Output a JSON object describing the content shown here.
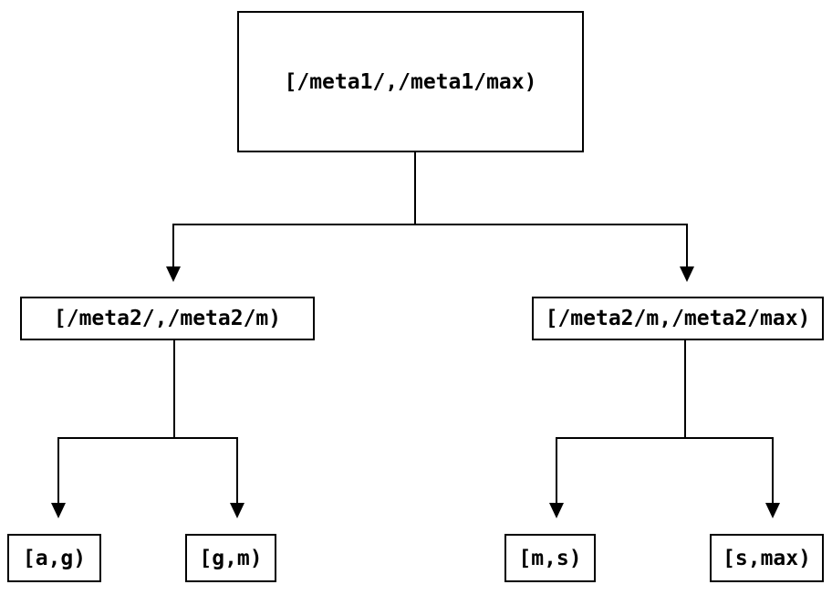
{
  "diagram": {
    "title": "interval-partition-tree",
    "background_color": "#ffffff",
    "line_color": "#000000",
    "text_color": "#000000",
    "nodes": [
      {
        "id": "root",
        "label": "[/meta1/,/meta1/max)",
        "level": 1
      },
      {
        "id": "meta2-lo",
        "label": "[/meta2/,/meta2/m)",
        "level": 2
      },
      {
        "id": "meta2-hi",
        "label": "[/meta2/m,/meta2/max)",
        "level": 2
      },
      {
        "id": "leaf-ag",
        "label": "[a,g)",
        "level": 3
      },
      {
        "id": "leaf-gm",
        "label": "[g,m)",
        "level": 3
      },
      {
        "id": "leaf-ms",
        "label": "[m,s)",
        "level": 3
      },
      {
        "id": "leaf-smax",
        "label": "[s,max)",
        "level": 3
      }
    ],
    "edges": [
      {
        "from": "root",
        "to": "meta2-lo"
      },
      {
        "from": "root",
        "to": "meta2-hi"
      },
      {
        "from": "meta2-lo",
        "to": "leaf-ag"
      },
      {
        "from": "meta2-lo",
        "to": "leaf-gm"
      },
      {
        "from": "meta2-hi",
        "to": "leaf-ms"
      },
      {
        "from": "meta2-hi",
        "to": "leaf-smax"
      }
    ]
  }
}
